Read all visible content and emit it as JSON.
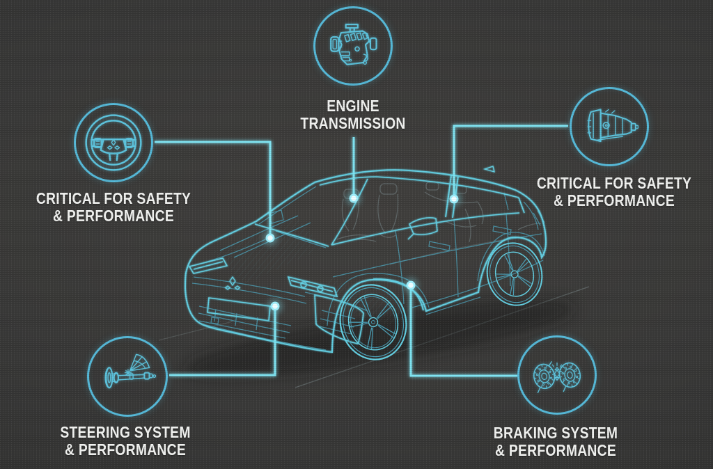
{
  "diagram": {
    "subject": "vehicle-parts-safety-infographic",
    "vehicle": "wireframe-suv-three-quarter-front-view",
    "brand_mark": "three-diamond-emblem",
    "callouts": [
      {
        "id": "steering-wheel",
        "icon": "steering-wheel-icon",
        "lines": [
          "CRITICAL FOR SAFETY",
          "& PERFORMANCE"
        ]
      },
      {
        "id": "engine",
        "icon": "engine-icon",
        "lines": [
          "ENGINE",
          "TRANSMISSION"
        ]
      },
      {
        "id": "transmission",
        "icon": "transmission-icon",
        "lines": [
          "CRITICAL FOR SAFETY",
          "& PERFORMANCE"
        ]
      },
      {
        "id": "steering-system",
        "icon": "steering-column-icon",
        "lines": [
          "STEERING SYSTEM",
          "& PERFORMANCE"
        ]
      },
      {
        "id": "braking-system",
        "icon": "brake-discs-icon",
        "lines": [
          "BRAKING SYSTEM",
          "& PERFORMANCE"
        ]
      }
    ]
  },
  "colors": {
    "background_center": "#403f3d",
    "background_mid": "#383837",
    "background_edge": "#2d2d2c",
    "circle_stroke": "#55b9d8",
    "icon_stroke": "#5cc3dd",
    "connector": "#7fe4f2",
    "dot_core": "#eefdff",
    "dot_mid": "#9deefb",
    "car_line": "#63cfe2",
    "car_line_dim": "#4b9fb6",
    "interior_line": "#8fa3a8",
    "ground_line": "#9fb3b8",
    "label_text": "#f1f2f0"
  }
}
